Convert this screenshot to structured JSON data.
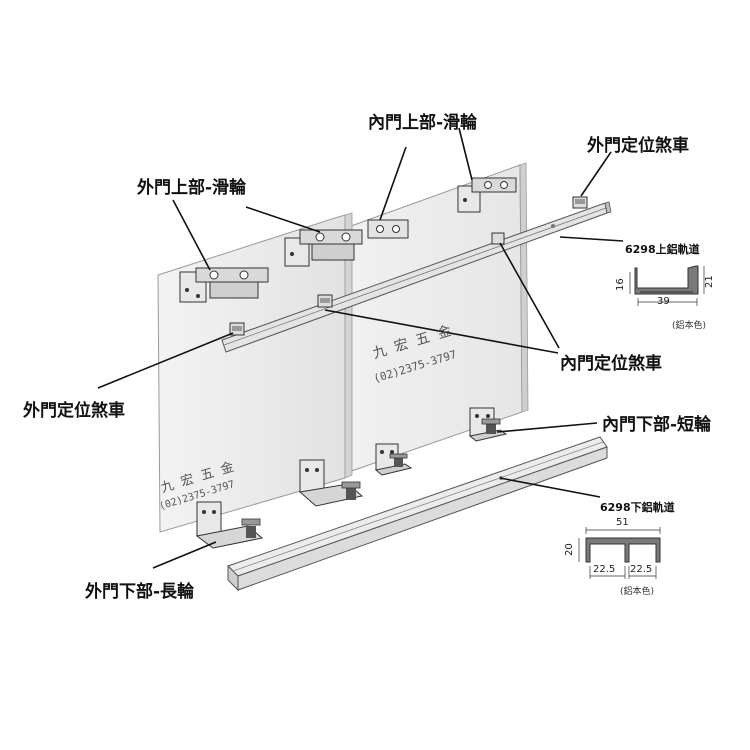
{
  "labels": {
    "inner_top_roller": "內門上部-滑輪",
    "outer_positioning_brake_top": "外門定位煞車",
    "outer_top_roller": "外門上部-滑輪",
    "top_track": "6298上鋁軌道",
    "inner_positioning_brake": "內門定位煞車",
    "outer_positioning_brake_left": "外門定位煞車",
    "inner_bottom_short_wheel": "內門下部-短輪",
    "bottom_track": "6298下鋁軌道",
    "outer_bottom_long_wheel": "外門下部-長輪"
  },
  "door_print": {
    "name": "九 宏 五 金",
    "phone": "(02)2375-3797",
    "name_left": "九 宏 五 金",
    "phone_left": "(02)2375-3797"
  },
  "top_profile": {
    "height": "16",
    "height_right": "21",
    "width": "39",
    "finish": "(鋁本色)"
  },
  "bottom_profile": {
    "width": "51",
    "height": "20",
    "left_channel": "22.5",
    "right_channel": "22.5",
    "finish": "(鋁本色)"
  },
  "colors": {
    "ink": "#111111",
    "door": "#eeeeee",
    "door_edge": "#9a9a9a",
    "metal": "#d9d9d9",
    "profile_fill": "#777777"
  }
}
